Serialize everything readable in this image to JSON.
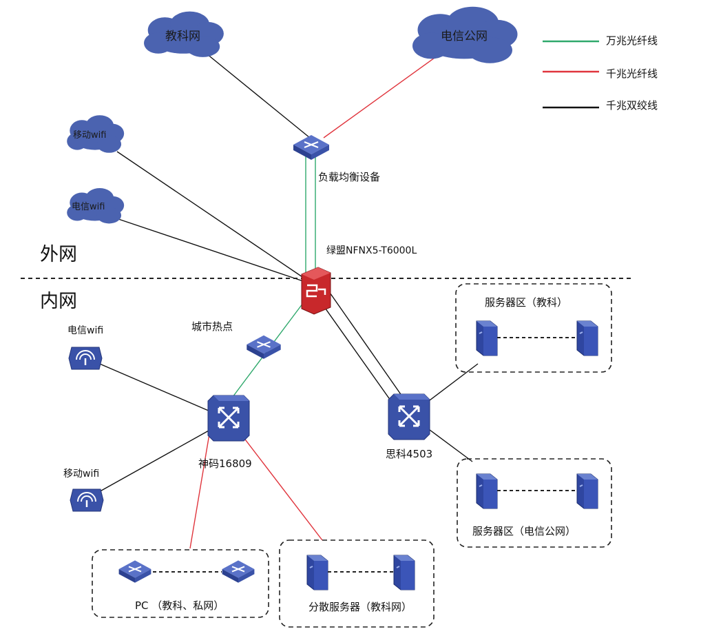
{
  "colors": {
    "ten_gig_fiber": "#2ea86b",
    "gig_fiber": "#e0343c",
    "gig_twisted_pair": "#111111",
    "device_blue": "#3a52a8",
    "cloud_blue": "#4b63b0",
    "firewall_red": "#c8282b"
  },
  "legend": [
    {
      "label": "万兆光纤线",
      "color": "#2ea86b"
    },
    {
      "label": "千兆光纤线",
      "color": "#e0343c"
    },
    {
      "label": "千兆双绞线",
      "color": "#111111"
    }
  ],
  "zones": {
    "outer": "外网",
    "inner": "内网"
  },
  "clouds": {
    "edu_net": "教科网",
    "telecom_net": "电信公网",
    "mobile_wifi": "移动wifi",
    "telecom_wifi": "电信wifi"
  },
  "devices": {
    "load_balancer": "负载均衡设备",
    "firewall": "绿盟NFNX5-T6000L",
    "city_hotspot": "城市热点",
    "ap_telecom": "电信wifi",
    "ap_mobile": "移动wifi",
    "core_switch": "神码16809",
    "cisco_switch": "思科4503"
  },
  "groups": {
    "server_edu": "服务器区（教科）",
    "server_telecom": "服务器区（电信公网）",
    "pc": "PC （教科、私网）",
    "dist_servers": "分散服务器（教科网）"
  }
}
